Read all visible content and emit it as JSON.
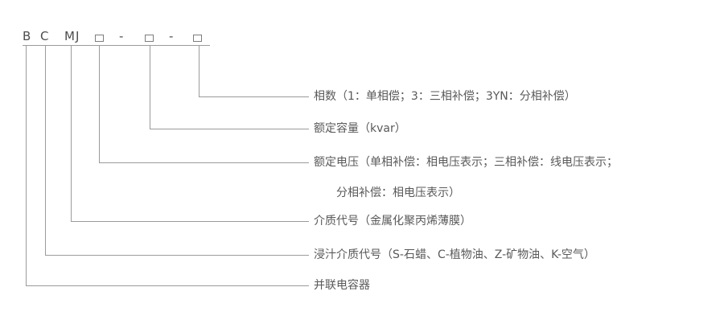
{
  "title": "capacitor-model-designation-diagram",
  "colors": {
    "text": "#595959",
    "line": "#9b9b9b"
  },
  "code": {
    "series": "B",
    "impregnant": "C",
    "dielectric": "MJ",
    "dash": "-",
    "placeholder_box": "□"
  },
  "entries": [
    {
      "key": "phase",
      "label": "相数（1：单相偿；3：三相补偿；3YN：分相补偿）"
    },
    {
      "key": "capacity",
      "label": "额定容量（kvar）"
    },
    {
      "key": "voltage",
      "label": "额定电压（单相补偿：相电压表示；三相补偿：线电压表示；",
      "label2": "分相补偿：相电压表示）"
    },
    {
      "key": "dielectric",
      "label": "介质代号（金属化聚丙烯薄膜）"
    },
    {
      "key": "impregnant",
      "label": "浸汁介质代号（S-石蜡、C-植物油、Z-矿物油、K-空气）"
    },
    {
      "key": "series",
      "label": "并联电容器"
    }
  ]
}
